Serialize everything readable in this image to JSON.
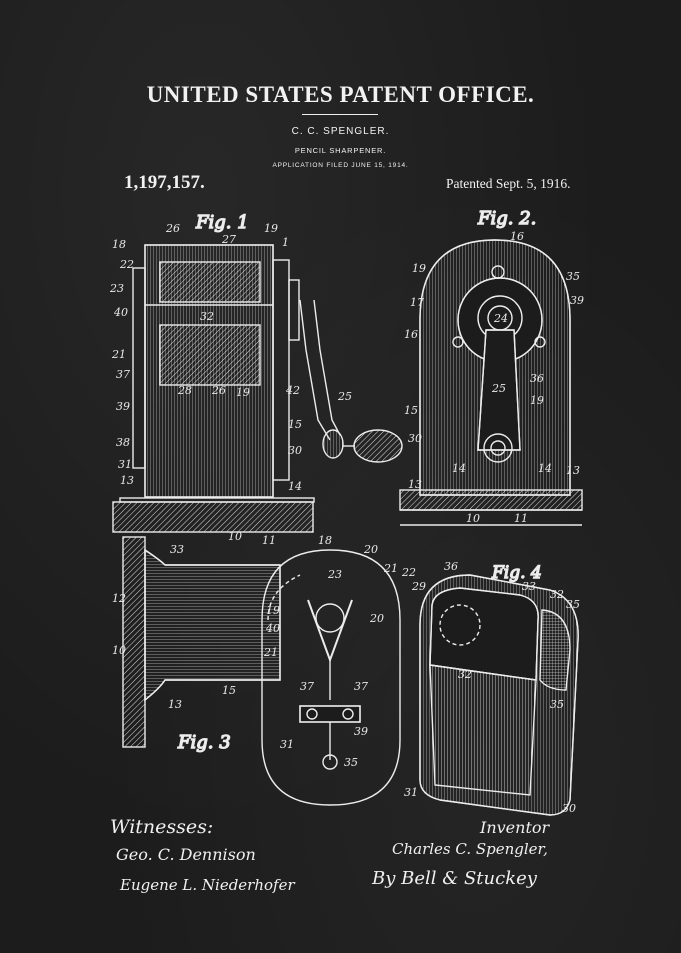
{
  "header": {
    "office": "UNITED STATES PATENT OFFICE.",
    "inventor": "C. C. SPENGLER.",
    "subject": "PENCIL SHARPENER.",
    "filed": "APPLICATION FILED JUNE 15, 1914.",
    "patent_number": "1,197,157.",
    "patented": "Patented Sept. 5, 1916."
  },
  "figures": {
    "fig1": "Fig. 1",
    "fig2": "Fig. 2.",
    "fig3": "Fig. 3",
    "fig4": "Fig. 4"
  },
  "signatures": {
    "witnesses_label": "Witnesses:",
    "witness_1": "Geo. C. Dennison",
    "witness_2": "Eugene L. Niederhofer",
    "inventor_label": "Inventor",
    "inventor_name": "Charles C. Spengler,",
    "attorney": "By Bell & Stuckey"
  },
  "reference_numerals": {
    "fig1": [
      "26",
      "27",
      "19",
      "18",
      "1",
      "22",
      "23",
      "32",
      "40",
      "21",
      "37",
      "28",
      "26",
      "19",
      "42",
      "25",
      "39",
      "15",
      "38",
      "30",
      "31",
      "13",
      "14",
      "10",
      "11"
    ],
    "fig2": [
      "16",
      "19",
      "35",
      "17",
      "24",
      "39",
      "16",
      "36",
      "25",
      "19",
      "15",
      "30",
      "13",
      "14",
      "14",
      "13",
      "10",
      "11"
    ],
    "fig3": [
      "33",
      "12",
      "10",
      "15",
      "13",
      "18",
      "20",
      "23",
      "21",
      "22",
      "19",
      "40",
      "20",
      "21",
      "37",
      "37",
      "39",
      "31",
      "35"
    ],
    "fig4": [
      "36",
      "29",
      "33",
      "32",
      "35",
      "32",
      "35",
      "31",
      "30"
    ]
  },
  "colors": {
    "background": "#1b1b1b",
    "ink": "#f2f2f2"
  }
}
